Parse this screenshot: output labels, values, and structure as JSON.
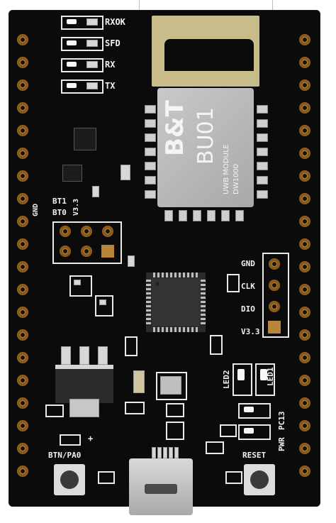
{
  "board": {
    "leds": {
      "rxok": "RXOK",
      "sfd": "SFD",
      "rx": "RX",
      "tx": "TX",
      "led1": "LED1",
      "led2": "LED2",
      "pwr": "PWR",
      "pc13": "PC13"
    },
    "module": {
      "brand": "B&T",
      "model": "BU01",
      "line1": "UWB MODULE",
      "line2": "DW1000"
    },
    "boot": {
      "bt1": "BT1",
      "bt0": "BT0",
      "gnd": "GND",
      "v33": "V3.3"
    },
    "swd": {
      "gnd": "GND",
      "clk": "CLK",
      "dio": "DIO",
      "v33": "V3.3"
    },
    "buttons": {
      "user": "BTN/PA0",
      "reset": "RESET",
      "plus": "+"
    }
  }
}
